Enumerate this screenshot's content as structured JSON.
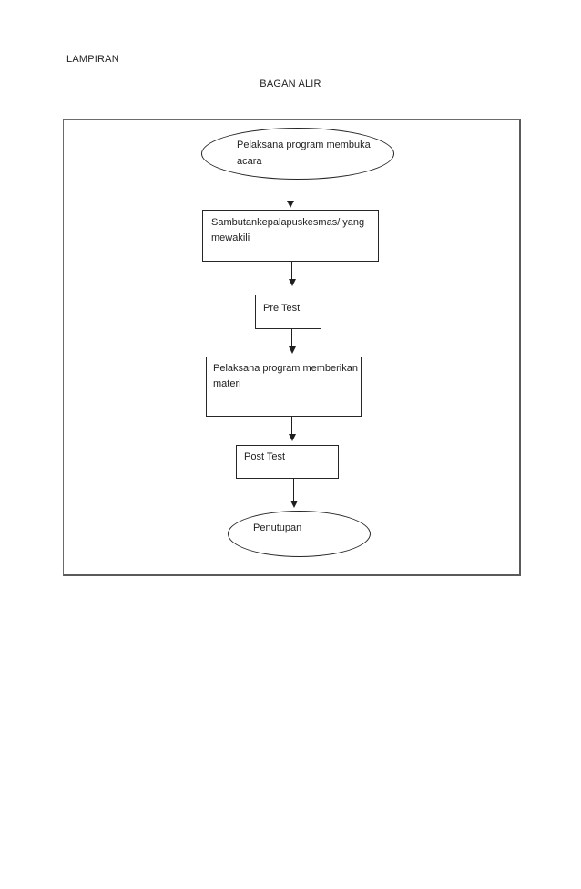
{
  "page": {
    "header_label": "LAMPIRAN",
    "title": "BAGAN ALIR"
  },
  "flowchart": {
    "nodes": [
      {
        "id": "start",
        "type": "ellipse",
        "lines": [
          "Pelaksana program membuka",
          "acara"
        ]
      },
      {
        "id": "sambutan",
        "type": "rect",
        "lines": [
          "Sambutankepalapuskesmas/ yang",
          "mewakili"
        ]
      },
      {
        "id": "pretest",
        "type": "rect",
        "lines": [
          "Pre Test"
        ]
      },
      {
        "id": "materi",
        "type": "rect",
        "lines": [
          "Pelaksana program  memberikan",
          "materi"
        ]
      },
      {
        "id": "posttest",
        "type": "rect",
        "lines": [
          "Post Test"
        ]
      },
      {
        "id": "end",
        "type": "ellipse",
        "lines": [
          "Penutupan"
        ]
      }
    ],
    "line_color": "#1f1f1f",
    "frame_border_color": "#5a5a5a"
  }
}
